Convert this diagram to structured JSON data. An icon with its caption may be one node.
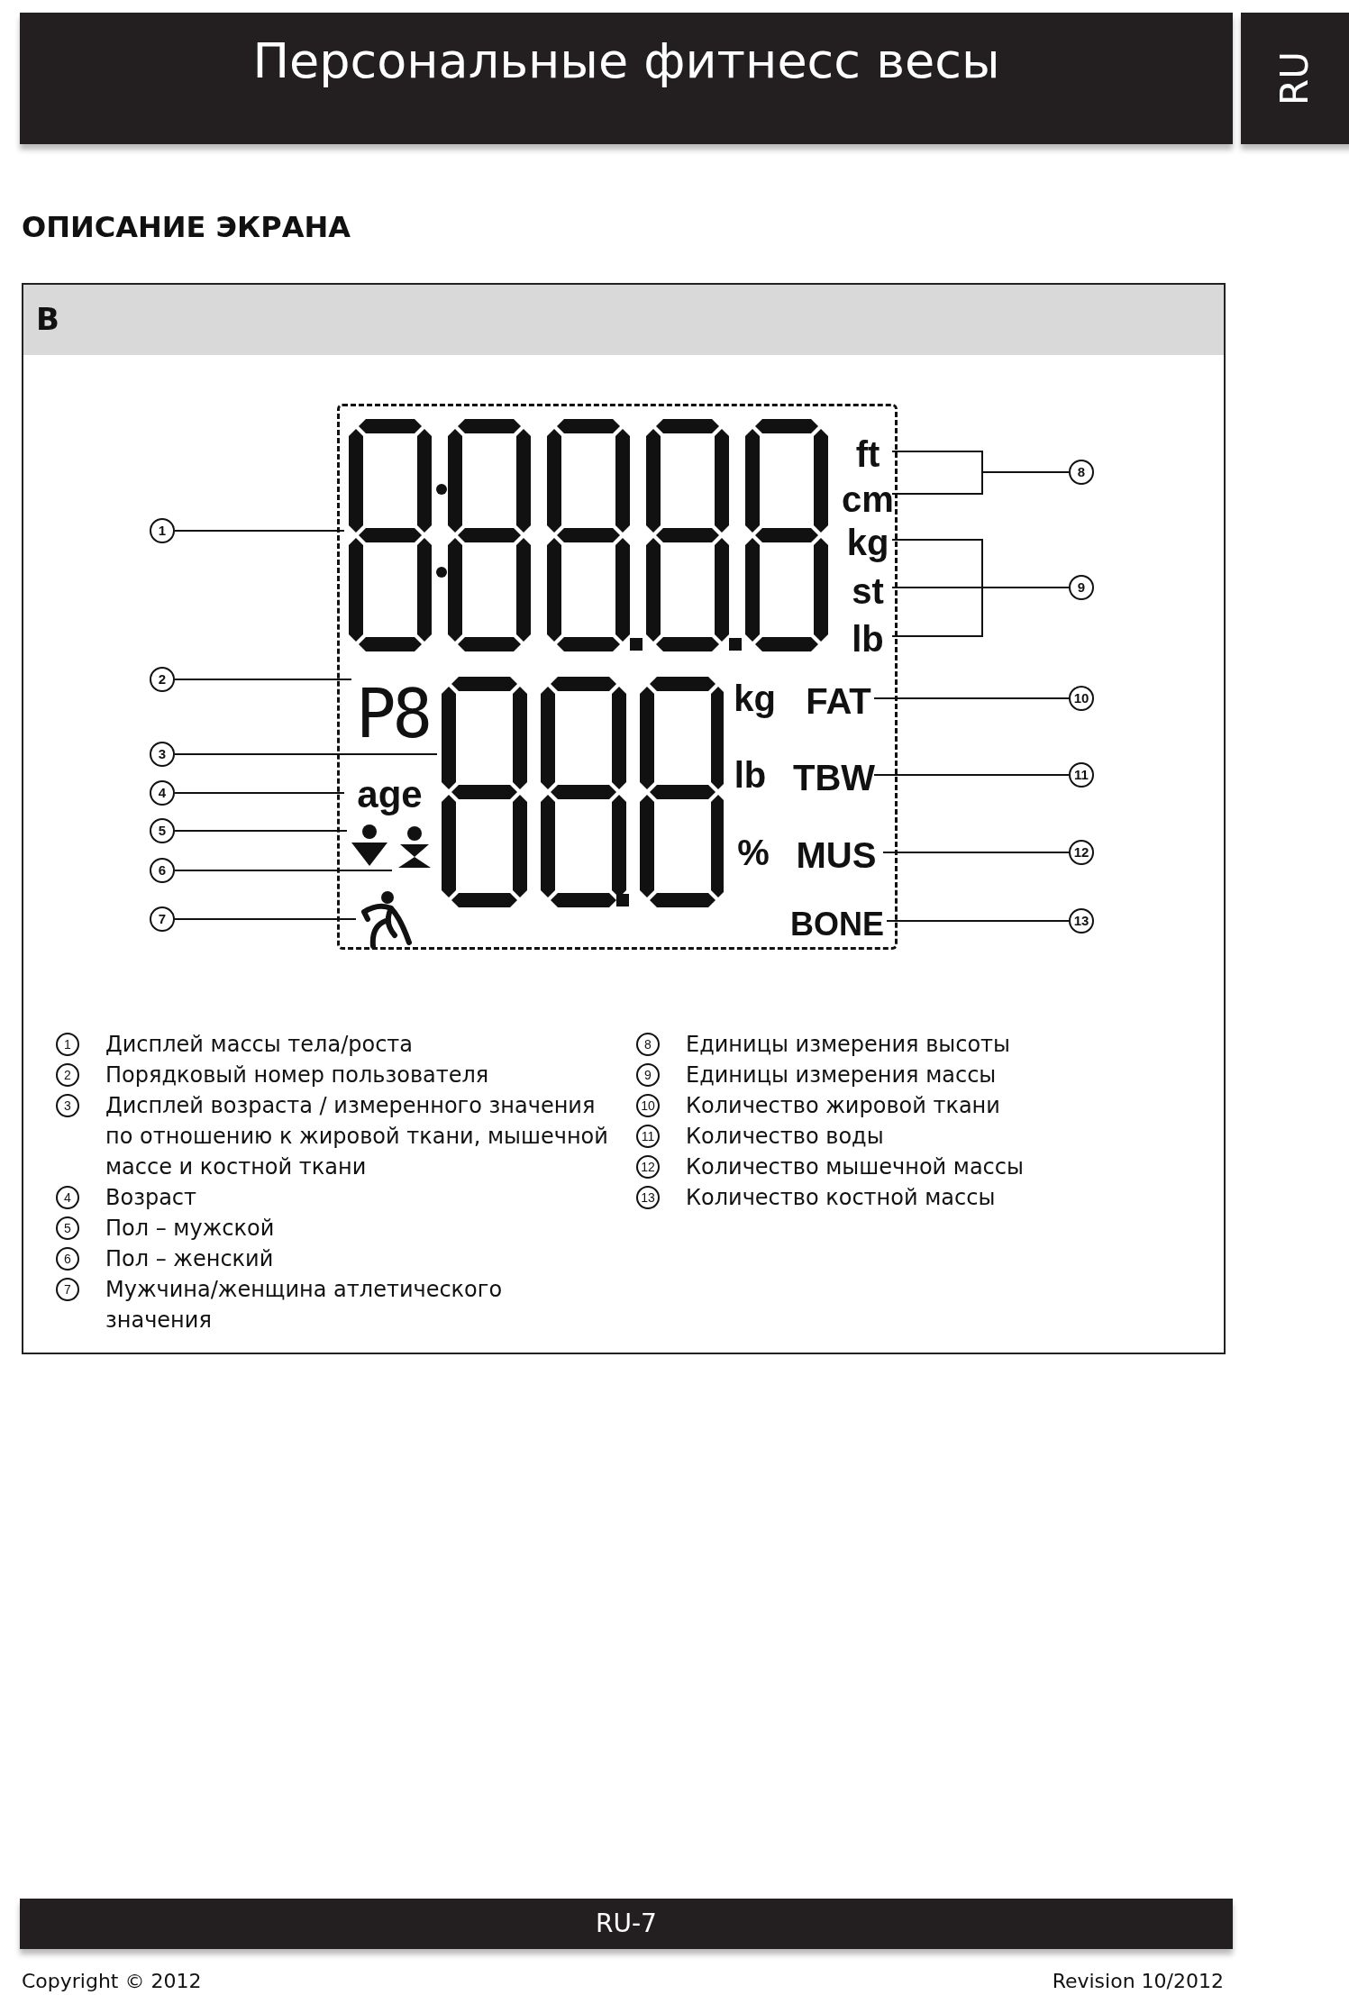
{
  "diagram": {
    "title": "Персональные фитнесс весы",
    "nodes": [
      {
        "text": [],
        "shape": "box"
      },
      {
        "text": [],
        "shape": "box",
        "in": 0
      },
      {
        "text": [
          "P8"
        ],
        "in": 0
      },
      {
        "text": [],
        "shape": "box",
        "in": 0
      },
      {
        "text": [
          "age"
        ],
        "in": 0
      },
      {
        "text": [],
        "shape": "person",
        "in": 0
      },
      {
        "text": [],
        "shape": "person",
        "in": 0
      },
      {
        "text": [],
        "shape": "person",
        "in": 0
      },
      {
        "text": [
          "ft"
        ],
        "in": 0
      },
      {
        "text": [
          "cm"
        ],
        "in": 0
      },
      {
        "text": [
          "kg"
        ],
        "in": 0
      },
      {
        "text": [
          "st"
        ],
        "in": 0
      },
      {
        "text": [
          "lb"
        ],
        "in": 0
      },
      {
        "text": [
          "FAT"
        ],
        "in": 0
      },
      {
        "text": [
          "TBW"
        ],
        "in": 0
      },
      {
        "text": [
          "MUS"
        ],
        "in": 0
      },
      {
        "text": [
          "BONE"
        ],
        "in": 0
      },
      {
        "text": [
          "1"
        ]
      },
      {
        "text": [
          "2"
        ]
      },
      {
        "text": [
          "3"
        ]
      },
      {
        "text": [
          "4"
        ]
      },
      {
        "text": [
          "5"
        ]
      },
      {
        "text": [
          "6"
        ]
      },
      {
        "text": [
          "7"
        ]
      },
      {
        "text": [
          "8"
        ]
      },
      {
        "text": [
          "9"
        ]
      },
      {
        "text": [
          "10"
        ]
      },
      {
        "text": [
          "11"
        ]
      },
      {
        "text": [
          "12"
        ]
      },
      {
        "text": [
          "13"
        ]
      }
    ],
    "edges": [
      {
        "from": 17,
        "to": 1,
        "arrow": "none"
      },
      {
        "from": 18,
        "to": 2,
        "arrow": "none"
      },
      {
        "from": 19,
        "to": 3,
        "arrow": "none"
      },
      {
        "from": 20,
        "to": 4,
        "arrow": "none"
      },
      {
        "from": 21,
        "to": 5,
        "arrow": "none"
      },
      {
        "from": 22,
        "to": 6,
        "arrow": "none"
      },
      {
        "from": 23,
        "to": 7,
        "arrow": "none"
      },
      {
        "from": 24,
        "to": 8,
        "arrow": "none"
      },
      {
        "from": 24,
        "to": 9,
        "arrow": "none"
      },
      {
        "from": 25,
        "to": 10,
        "arrow": "none"
      },
      {
        "from": 25,
        "to": 11,
        "arrow": "none"
      },
      {
        "from": 25,
        "to": 12,
        "arrow": "none"
      },
      {
        "from": 26,
        "to": 13,
        "arrow": "none"
      },
      {
        "from": 27,
        "to": 14,
        "arrow": "none"
      },
      {
        "from": 28,
        "to": 15,
        "arrow": "none"
      },
      {
        "from": 29,
        "to": 16,
        "arrow": "none"
      }
    ],
    "labels": [
      "RU",
      "ОПИСАНИЕ ЭКРАНА",
      "B",
      "kg",
      "lb",
      "%",
      "1",
      "Дисплей массы тела/роста",
      "2",
      "Порядковый номер пользователя",
      "3",
      "Дисплей возраста / измеренного значения по отношению к жировой ткани, мышечной массе и костной ткани",
      "4",
      "Возраст",
      "5",
      "Пол – мужской",
      "6",
      "Пол – женский",
      "7",
      "Мужчина/женщина атлетического значения",
      "8",
      "Единицы измерения высоты",
      "9",
      "Единицы измерения массы",
      "10",
      "Количество жировой ткани",
      "11",
      "Количество воды",
      "12",
      "Количество мышечной массы",
      "13",
      "Количество костной массы",
      "RU-7",
      "Copyright © 2012",
      "Revision 10/2012"
    ]
  }
}
